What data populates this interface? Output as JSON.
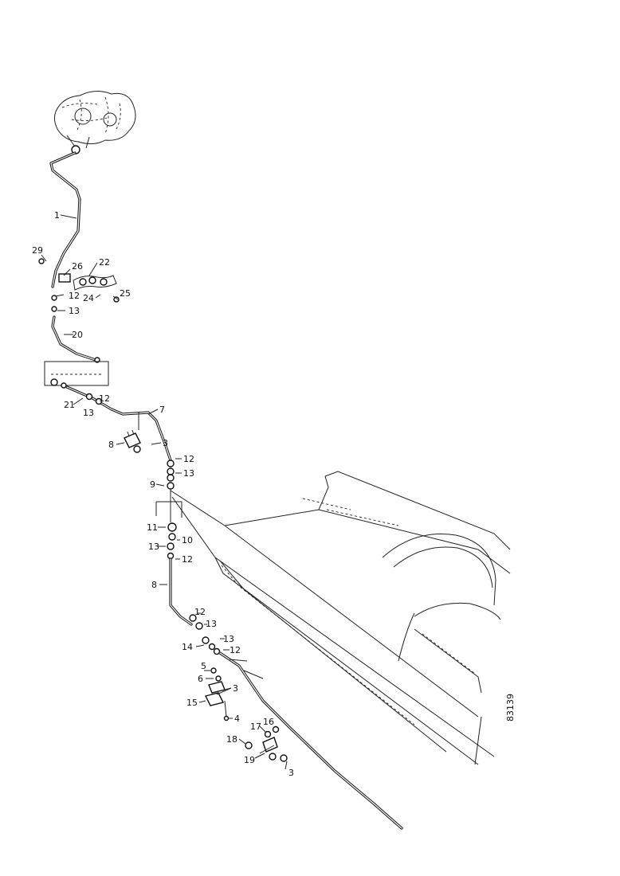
{
  "diagram": {
    "document_number": "83139",
    "callouts": [
      "1",
      "29",
      "26",
      "22",
      "12",
      "13",
      "24",
      "25",
      "20",
      "21",
      "13",
      "12",
      "7",
      "8",
      "3",
      "12",
      "13",
      "9",
      "11",
      "10",
      "13",
      "12",
      "8",
      "12",
      "13",
      "14",
      "13",
      "12",
      "5",
      "6",
      "3",
      "15",
      "4",
      "17",
      "16",
      "18",
      "19",
      "3"
    ]
  }
}
